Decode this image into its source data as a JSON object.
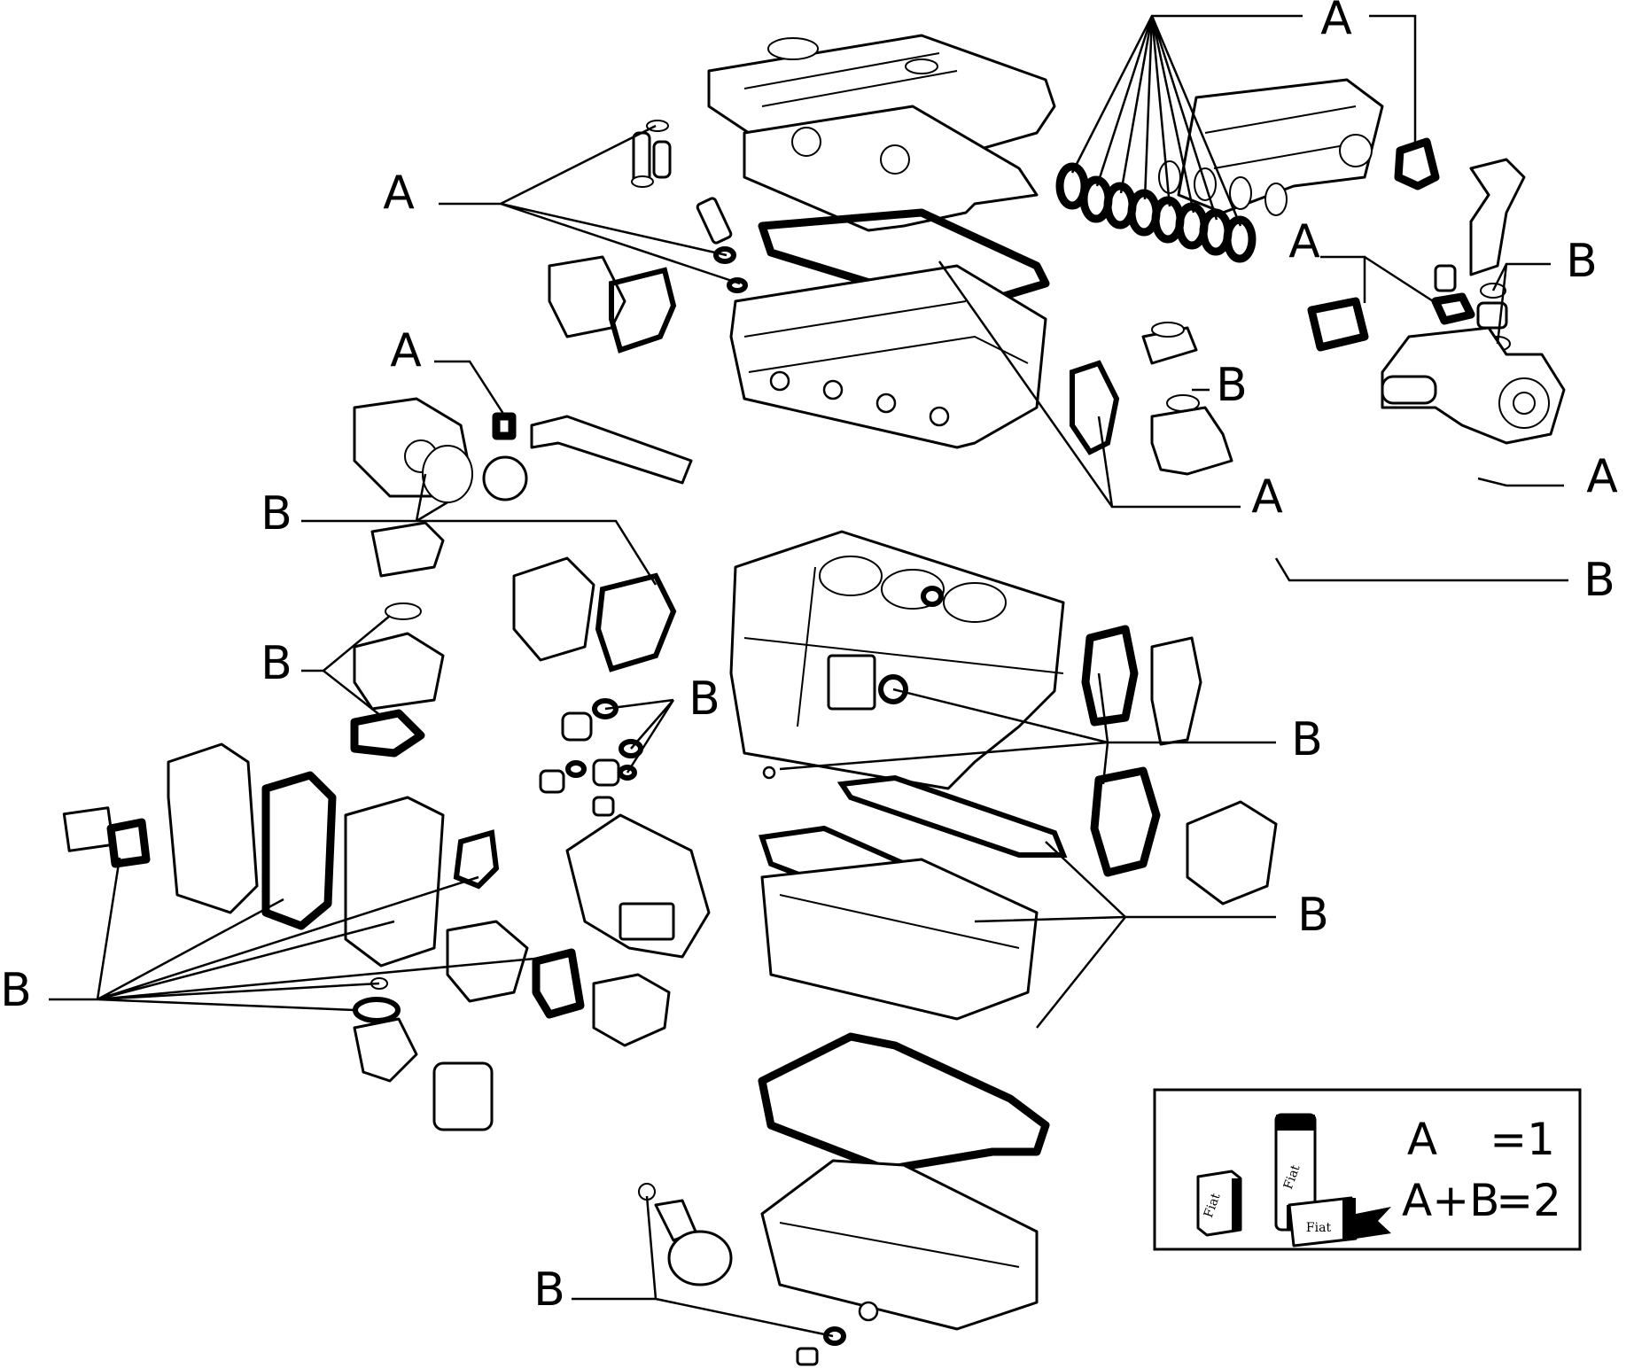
{
  "labels": {
    "a": "A",
    "b": "B"
  },
  "legend": {
    "row1_key": "A",
    "row1_eq": "=1",
    "row2_key": "A+B",
    "row2_eq": "=2",
    "brand": "Fiat"
  },
  "colors": {
    "ink": "#000000",
    "paper": "#ffffff"
  }
}
